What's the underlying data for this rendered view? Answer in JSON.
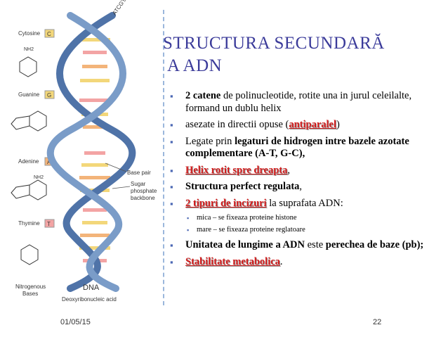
{
  "title": {
    "line1": "STRUCTURA  SECUNDARĂ",
    "line2": "A   ADN"
  },
  "bullets": [
    {
      "b": "2 catene",
      "t": " de polinucleotide, rotite una in jurul celeilalte, formand un dublu helix"
    },
    {
      "a": "asezate in directii opuse (",
      "r": "antiparalel",
      "c": ")"
    },
    {
      "a": "Legate prin ",
      "b": "legaturi de hidrogen intre bazele azotate complementare (A-T, G-C),"
    },
    {
      "r": "Helix rotit spre dreapta",
      "c": ","
    },
    {
      "b": "Structura perfect regulata",
      "c": ","
    },
    {
      "r": "2 tipuri de incizuri",
      "c": " la suprafata ADN:",
      "sub": [
        "mica – se fixeaza proteine histone",
        "mare – se fixeaza proteine  reglatoare"
      ]
    },
    {
      "b": "Unitatea de lungime a ADN",
      "a": " este ",
      "b2": "perechea de baze (pb);"
    },
    {
      "r": "Stabilitate metabolica",
      "c": "."
    }
  ],
  "figure": {
    "bases": [
      {
        "name": "Cytosine",
        "letter": "C",
        "color": "#f3d77a"
      },
      {
        "name": "Guanine",
        "letter": "G",
        "color": "#f3d77a"
      },
      {
        "name": "Adenine",
        "letter": "A",
        "color": "#f3b47a"
      },
      {
        "name": "Thymine",
        "letter": "T",
        "color": "#f3a4a4"
      }
    ],
    "nh2": "NH2",
    "atcg": "ATCG's",
    "base_pair": "Base pair",
    "backbone": [
      "Sugar",
      "phosphate",
      "backbone"
    ],
    "dna": "DNA",
    "nitrogenous": [
      "Nitrogenous",
      "Bases"
    ],
    "deoxy": "Deoxyribonucleic acid"
  },
  "footer": {
    "date": "01/05/15",
    "page": "22"
  }
}
